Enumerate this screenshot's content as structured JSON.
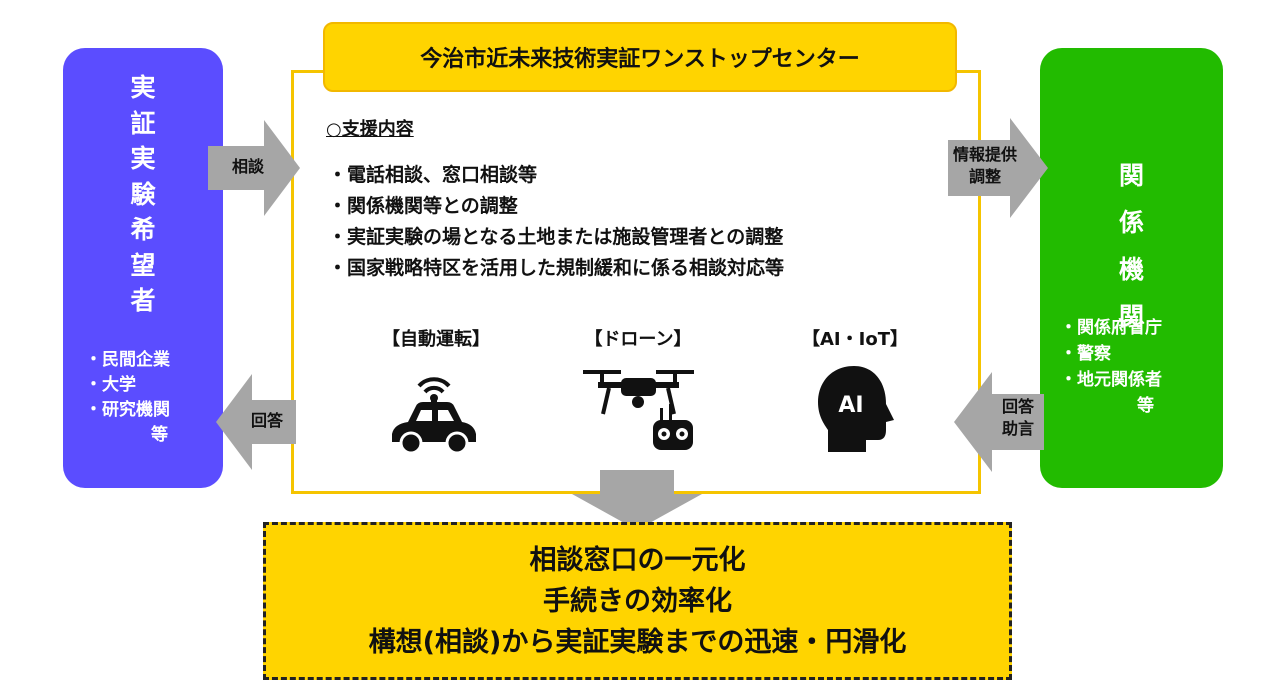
{
  "left_panel": {
    "title_chars": [
      "実",
      "証",
      "実",
      "験",
      "希",
      "望",
      "者"
    ],
    "items": [
      "・民間企業",
      "・大学",
      "・研究機関"
    ],
    "etc": "等"
  },
  "right_panel": {
    "title_chars": [
      "関",
      "係",
      "機",
      "関"
    ],
    "items": [
      "・関係府省庁",
      "・警察",
      "・地元関係者"
    ],
    "etc": "等"
  },
  "center": {
    "title": "今治市近未来技術実証ワンストップセンター",
    "support_heading": "○支援内容",
    "support_items": [
      "・電話相談、窓口相談等",
      "・関係機関等との調整",
      "・実証実験の場となる土地または施設管理者との調整",
      "・国家戦略特区を活用した規制緩和に係る相談対応等"
    ],
    "categories": [
      {
        "label": "【自動運転】",
        "icon": "autonomous-car-icon"
      },
      {
        "label": "【ドローン】",
        "icon": "drone-icon"
      },
      {
        "label": "【AI・IoT】",
        "icon": "ai-head-icon"
      }
    ],
    "ai_icon_text": "AI"
  },
  "arrows": {
    "consult": "相談",
    "answer": "回答",
    "info_line1": "情報提供",
    "info_line2": "調整",
    "reply_line1": "回答",
    "reply_line2": "助言"
  },
  "result": {
    "lines": [
      "相談窓口の一元化",
      "手続きの効率化",
      "構想(相談)から実証実験までの迅速・円滑化"
    ]
  },
  "colors": {
    "left_panel": "#5b4dff",
    "right_panel": "#22bb00",
    "banner": "#ffd400",
    "frame": "#f5c400",
    "arrow": "#a6a6a6"
  }
}
